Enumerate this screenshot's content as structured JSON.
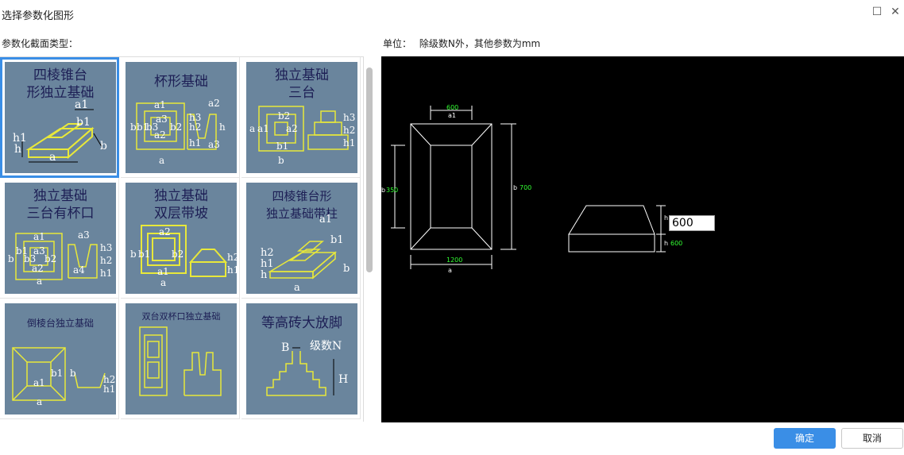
{
  "window": {
    "title": "选择参数化图形"
  },
  "left": {
    "label": "参数化截面类型："
  },
  "right": {
    "unit_label": "单位：",
    "unit_text": "除级数N外，其他参数为mm"
  },
  "thumbnails": [
    {
      "title": "四棱锥台\n形独立基础",
      "labels": [
        "a1",
        "b1",
        "h1",
        "h",
        "a",
        "b"
      ]
    },
    {
      "title": "杯形基础",
      "labels": [
        "a1",
        "b1",
        "b",
        "b3",
        "a3",
        "a2",
        "b2",
        "h3",
        "h2",
        "h1",
        "a2",
        "h",
        "a3",
        "a"
      ]
    },
    {
      "title": "独立基础\n三台",
      "labels": [
        "b2",
        "a2",
        "a1",
        "a",
        "b1",
        "b",
        "h3",
        "h2",
        "h1"
      ]
    },
    {
      "title": "独立基础\n三台有杯口",
      "labels": [
        "a1",
        "a3",
        "b1",
        "a3",
        "b",
        "b3",
        "b2",
        "a2",
        "a",
        "a4",
        "h3",
        "h2",
        "h1"
      ]
    },
    {
      "title": "独立基础\n双层带坡",
      "labels": [
        "a2",
        "b1",
        "b",
        "b2",
        "a1",
        "a",
        "h2",
        "h1"
      ]
    },
    {
      "title": "四棱锥台形\n独立基础带柱",
      "labels": [
        "a1",
        "b1",
        "h2",
        "h1",
        "h",
        "a",
        "b"
      ]
    },
    {
      "title": "倒棱台独立基础",
      "labels": [
        "b1",
        "b",
        "a1",
        "a",
        "h2",
        "h1"
      ]
    },
    {
      "title": "双台双杯口独立基础",
      "labels": []
    },
    {
      "title": "等高砖大放脚",
      "labels": [
        "B",
        "级数N",
        "H"
      ]
    }
  ],
  "drawing": {
    "top_dim_value": "600",
    "top_dim_name": "a1",
    "left_dim_value": "350",
    "left_dim_name": "b",
    "right_dim_name": "b",
    "right_dim_value": "700",
    "bottom_dim_value": "1200",
    "bottom_dim_name": "a",
    "side_h1_name": "h1",
    "side_h_name": "h",
    "side_h_value": "600",
    "input_value": "600"
  },
  "colors": {
    "accent": "#3a8ee6",
    "thumb_bg": "#6a859d",
    "line_yellow": "#e8e83a",
    "dim_green": "#33ff33"
  },
  "buttons": {
    "ok": "确定",
    "cancel": "取消"
  }
}
